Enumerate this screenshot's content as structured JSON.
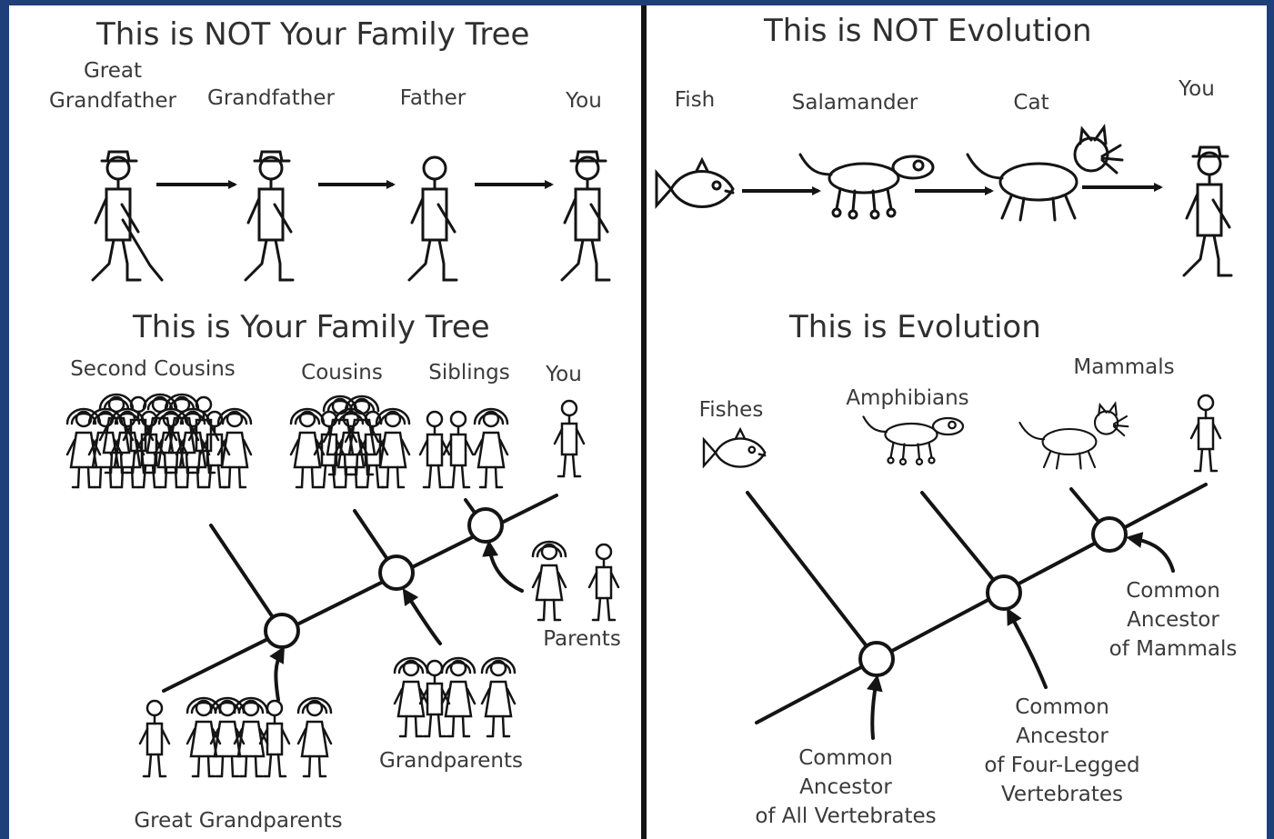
{
  "colors": {
    "border": "#1f3f7a",
    "ink": "#141414",
    "paper": "#ffffff"
  },
  "panels": {
    "not_family_tree": {
      "title": "This is NOT Your Family Tree",
      "figures": [
        "Great\nGrandfather",
        "Grandfather",
        "Father",
        "You"
      ]
    },
    "not_evolution": {
      "title": "This is NOT Evolution",
      "figures": [
        "Fish",
        "Salamander",
        "Cat",
        "You"
      ]
    },
    "family_tree": {
      "title": "This is Your Family Tree",
      "tips": [
        "Second Cousins",
        "Cousins",
        "Siblings",
        "You"
      ],
      "nodes": [
        "Parents",
        "Grandparents",
        "Great Grandparents"
      ]
    },
    "evolution": {
      "title": "This is Evolution",
      "tips": [
        "Fishes",
        "Amphibians",
        "Mammals"
      ],
      "nodes": [
        "Common\nAncestor\nof Mammals",
        "Common\nAncestor\nof Four-Legged\nVertebrates",
        "Common\nAncestor\nof All Vertebrates"
      ]
    }
  }
}
